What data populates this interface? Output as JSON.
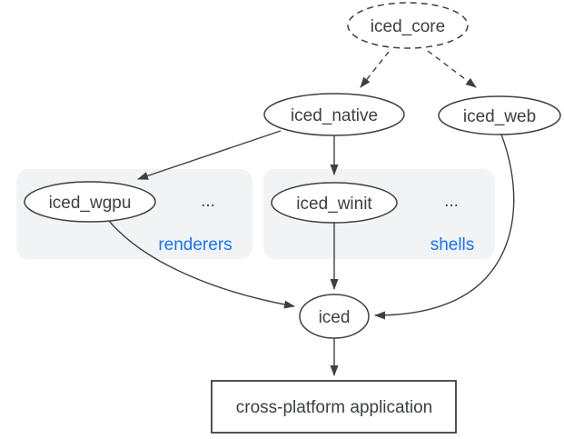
{
  "diagram": {
    "nodes": {
      "core": {
        "label": "iced_core"
      },
      "native": {
        "label": "iced_native"
      },
      "web": {
        "label": "iced_web"
      },
      "wgpu": {
        "label": "iced_wgpu"
      },
      "winit": {
        "label": "iced_winit"
      },
      "iced": {
        "label": "iced"
      },
      "app": {
        "label": "cross-platform application"
      }
    },
    "groups": {
      "renderers": {
        "label": "renderers",
        "more": "..."
      },
      "shells": {
        "label": "shells",
        "more": "..."
      }
    },
    "edges": [
      {
        "from": "iced_core",
        "to": "iced_native",
        "style": "dashed"
      },
      {
        "from": "iced_core",
        "to": "iced_web",
        "style": "dashed"
      },
      {
        "from": "iced_native",
        "to": "iced_wgpu",
        "style": "solid"
      },
      {
        "from": "iced_native",
        "to": "iced_winit",
        "style": "solid"
      },
      {
        "from": "iced_wgpu",
        "to": "iced",
        "style": "solid"
      },
      {
        "from": "iced_winit",
        "to": "iced",
        "style": "solid"
      },
      {
        "from": "iced_web",
        "to": "iced",
        "style": "solid"
      },
      {
        "from": "iced",
        "to": "cross-platform application",
        "style": "solid"
      }
    ],
    "colors": {
      "stroke": "#3c4043",
      "text": "#3c4043",
      "group_label_blue": "#1a73e8",
      "group_fill": "#f1f3f5",
      "background": "#ffffff"
    }
  }
}
